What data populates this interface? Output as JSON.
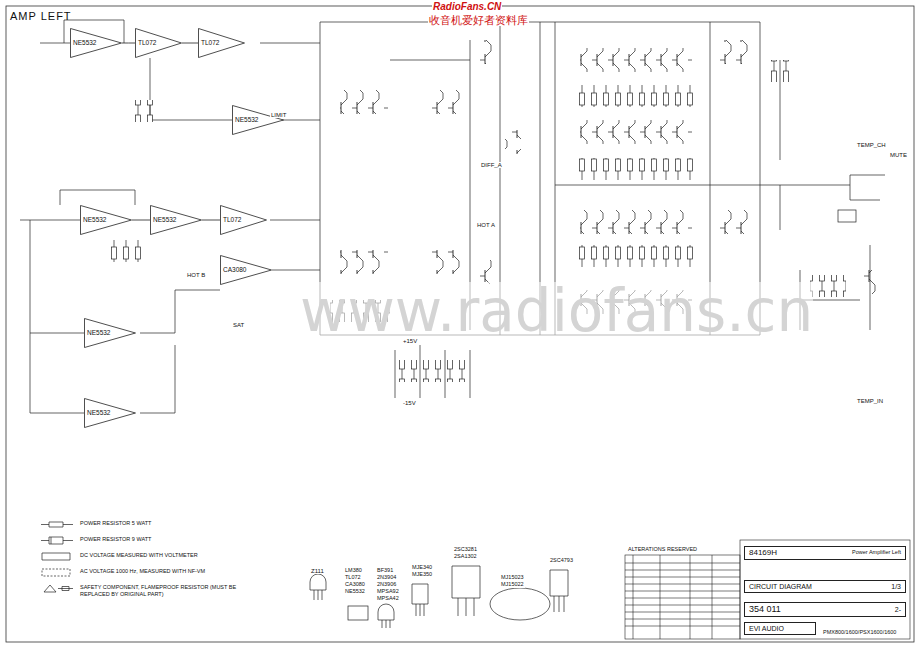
{
  "diagram": {
    "title": "AMP LEFT",
    "nodes": [
      {
        "text": [
          "NE5532"
        ]
      },
      {
        "text": [
          "TL072"
        ]
      },
      {
        "text": [
          "TL072"
        ]
      },
      {
        "text": [
          "NE5532"
        ]
      },
      {
        "text": [
          "NE5532"
        ]
      },
      {
        "text": [
          "NE5532"
        ]
      },
      {
        "text": [
          "TL072"
        ]
      },
      {
        "text": [
          "CA3080"
        ]
      },
      {
        "text": [
          "NE5532"
        ]
      },
      {
        "text": [
          "NE5532"
        ]
      },
      {
        "text": [
          "84169H",
          "Power Amplifier Left"
        ]
      },
      {
        "text": [
          "CIRCUIT DIAGRAM",
          "1/3"
        ]
      },
      {
        "text": [
          "354 011",
          "2-"
        ]
      },
      {
        "text": [
          "EVI AUDIO"
        ]
      }
    ],
    "edges": [
      {
        "from": 0,
        "to": 1,
        "arrow": "none"
      },
      {
        "from": 1,
        "to": 2,
        "arrow": "none"
      },
      {
        "from": 4,
        "to": 5,
        "arrow": "none"
      },
      {
        "from": 5,
        "to": 6,
        "arrow": "none"
      }
    ],
    "labels": [
      "RadioFans.CN",
      "收音机爱好者资料库",
      "www.radiofans.cn",
      "HOT A",
      "HOT B",
      "DIFF_A",
      "TEMP_CH",
      "TEMP_IN",
      "MUTE",
      "SAT",
      "LIMIT",
      "Z111",
      "LM380",
      "TL072",
      "CA3080",
      "NE5532",
      "BF391",
      "2N3904",
      "2N3906",
      "MPSA92",
      "MPSA42",
      "MJE340",
      "MJE350",
      "2SC3281",
      "2SA1302",
      "MJ15023",
      "MJ15022",
      "2SC4793",
      "ALTERATIONS RESERVED",
      "PMX800/1600/PSX1600/1600",
      "+15V",
      "-15V"
    ],
    "legend": [
      {
        "text": "POWER RESISTOR 5 WATT"
      },
      {
        "text": "POWER RESISTOR 9 WATT"
      },
      {
        "text": "DC VOLTAGE MEASURED WITH VOLTMETER"
      },
      {
        "text": "AC VOLTAGE 1000 Hz, MEASURED WITH NF-VM"
      },
      {
        "text": "SAFETY COMPONENT, FLAMEPROOF RESISTOR (MUST BE REPLACED BY ORIGINAL PART)"
      }
    ]
  }
}
